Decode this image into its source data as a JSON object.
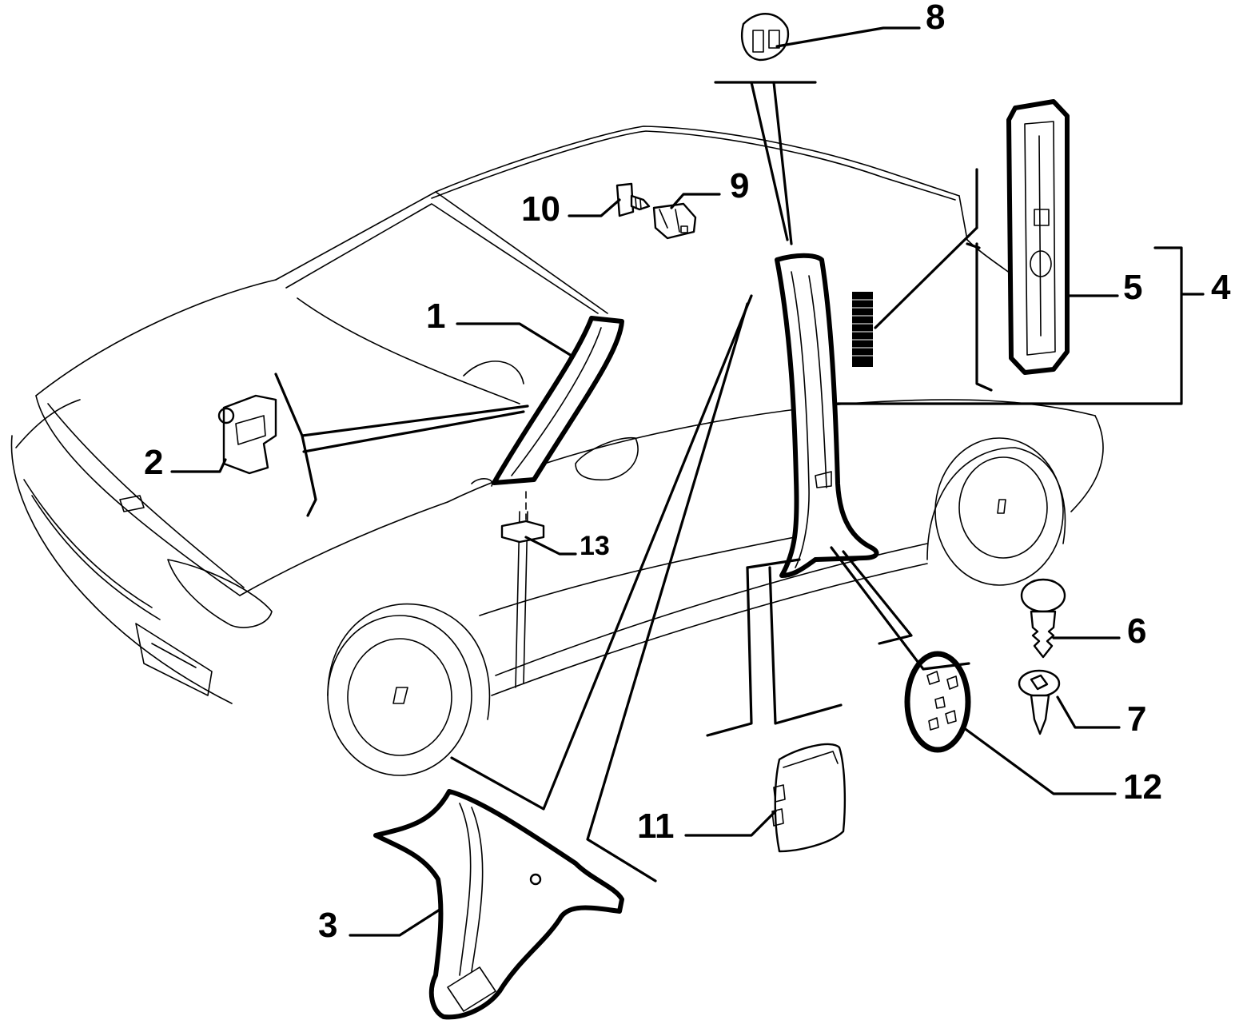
{
  "callouts": [
    {
      "id": "c1",
      "text": "1"
    },
    {
      "id": "c2",
      "text": "2"
    },
    {
      "id": "c3",
      "text": "3"
    },
    {
      "id": "c4",
      "text": "4"
    },
    {
      "id": "c5",
      "text": "5"
    },
    {
      "id": "c6",
      "text": "6"
    },
    {
      "id": "c7",
      "text": "7"
    },
    {
      "id": "c8",
      "text": "8"
    },
    {
      "id": "c9",
      "text": "9"
    },
    {
      "id": "c10",
      "text": "10"
    },
    {
      "id": "c11",
      "text": "11"
    },
    {
      "id": "c12",
      "text": "12"
    },
    {
      "id": "c13",
      "text": "13"
    }
  ],
  "colors": {
    "ink": "#000000",
    "paper": "#ffffff"
  }
}
